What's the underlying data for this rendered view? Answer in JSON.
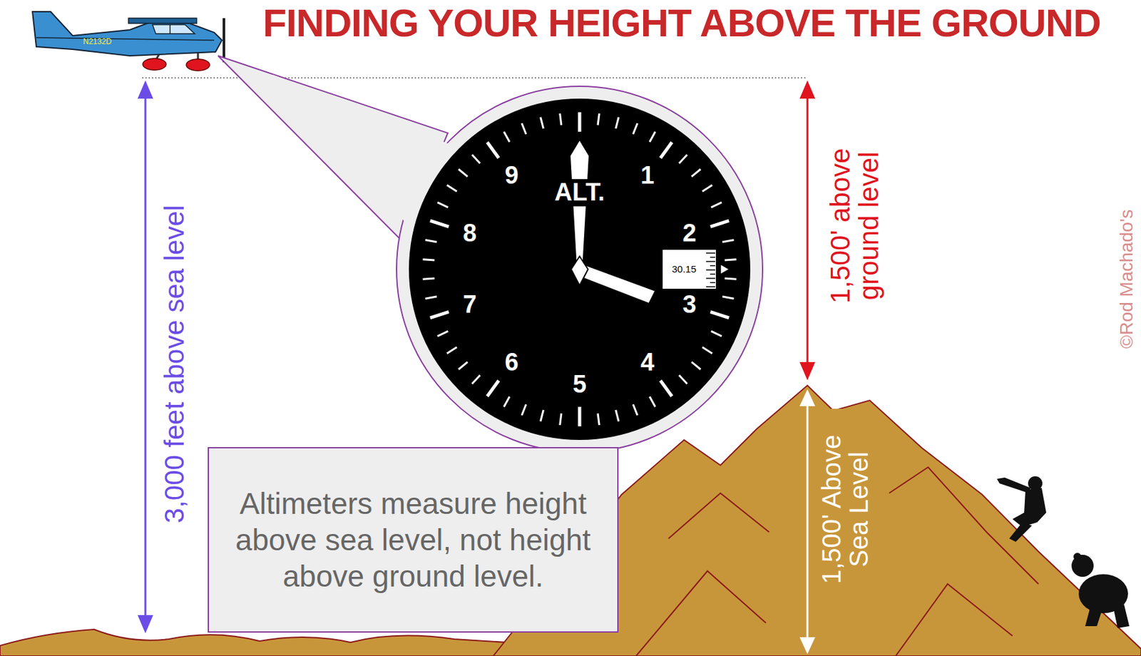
{
  "diagram": {
    "title": "FINDING YOUR HEIGHT ABOVE THE GROUND",
    "nodes": [
      {
        "text": [
          "Altimeters measure height above sea level, not height above ground level."
        ]
      }
    ],
    "labels": [
      "N2132D",
      "3,000 feet above sea level",
      "ALT.",
      "1",
      "2",
      "3",
      "4",
      "5",
      "6",
      "7",
      "8",
      "9",
      "30.15",
      "1,500' above ground level",
      "1,500' Above Sea Level",
      "©Rod Machado's"
    ]
  }
}
